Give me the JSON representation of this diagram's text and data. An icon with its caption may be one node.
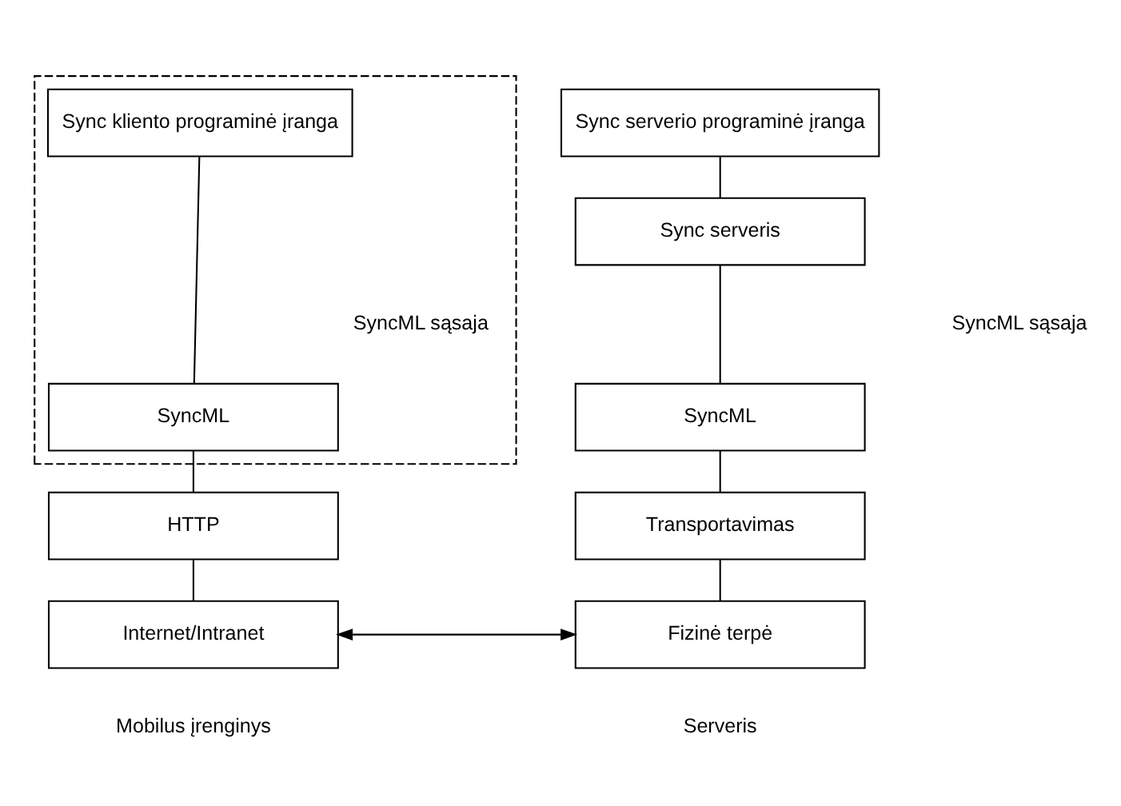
{
  "diagram": {
    "nodes": [
      {
        "text": [],
        "shape": "box"
      },
      {
        "text": [
          "Sync kliento programinė įranga"
        ],
        "in": 0
      },
      {
        "text": [
          "SyncML"
        ],
        "in": 0
      },
      {
        "text": [
          "HTTP"
        ]
      },
      {
        "text": [
          "Internet/Intranet"
        ]
      },
      {
        "text": [
          "Sync serverio programinė įranga"
        ]
      },
      {
        "text": [
          "Sync serveris"
        ]
      },
      {
        "text": [
          "SyncML"
        ]
      },
      {
        "text": [
          "Transportavimas"
        ]
      },
      {
        "text": [
          "Fizinė terpė"
        ]
      }
    ],
    "edges": [
      {
        "from": 1,
        "to": 2,
        "arrow": "none"
      },
      {
        "from": 2,
        "to": 3,
        "arrow": "none"
      },
      {
        "from": 3,
        "to": 4,
        "arrow": "none"
      },
      {
        "from": 5,
        "to": 6,
        "arrow": "none"
      },
      {
        "from": 6,
        "to": 7,
        "arrow": "none"
      },
      {
        "from": 7,
        "to": 8,
        "arrow": "none"
      },
      {
        "from": 8,
        "to": 9,
        "arrow": "none"
      },
      {
        "from": 4,
        "to": 9,
        "arrow": "both"
      }
    ],
    "labels": [
      "SyncML sąsaja",
      "SyncML sąsaja",
      "Mobilus įrenginys",
      "Serveris"
    ]
  }
}
